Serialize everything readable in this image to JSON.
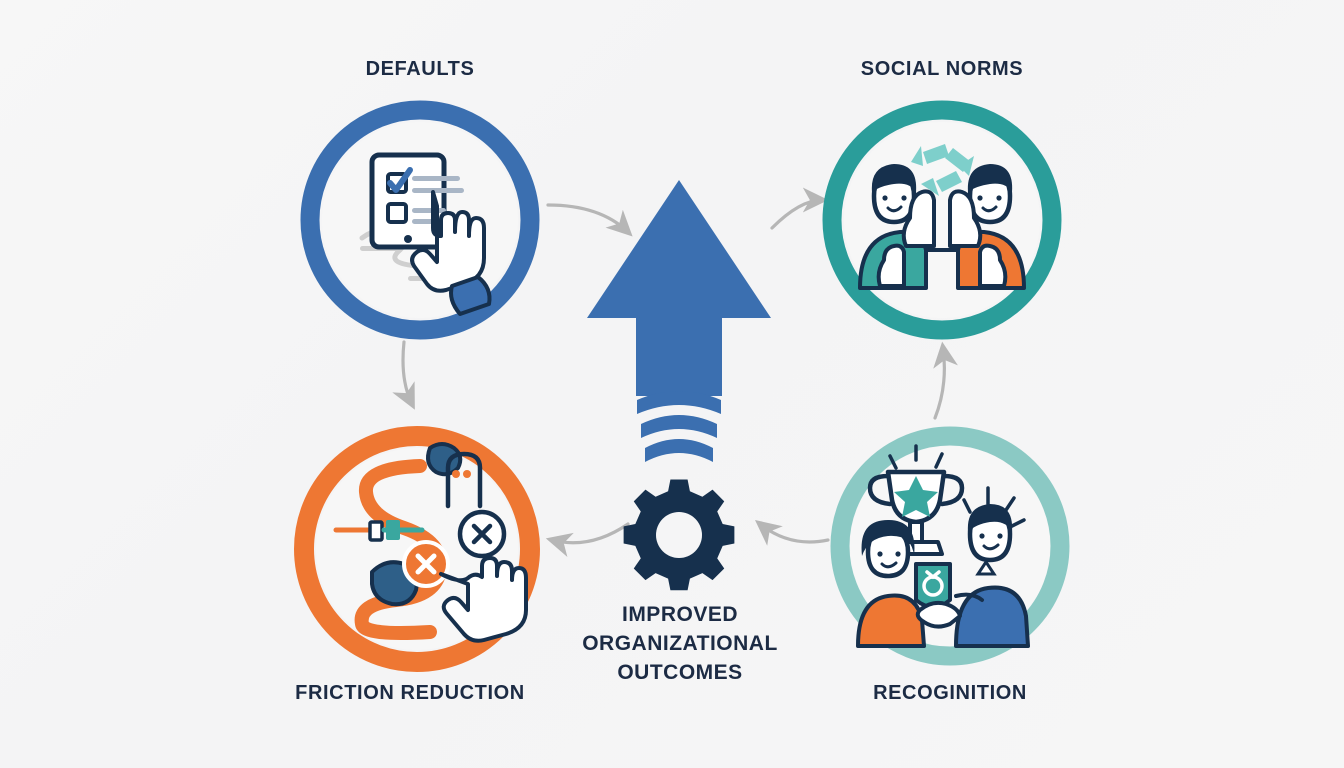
{
  "diagram": {
    "title_center": [
      "IMPROVED",
      "ORGANIZATIONAL",
      "OUTCOMES"
    ],
    "background_color": "#f5f5f6"
  },
  "nodes": [
    {
      "id": "defaults",
      "label": "DEFAULTS",
      "ring_color": "#3b6fb0",
      "position": "top-left",
      "icon": "tablet-checklist-hand-icon"
    },
    {
      "id": "social-norms",
      "label": "SOCIAL NORMS",
      "ring_color": "#2a9d9a",
      "position": "top-right",
      "icon": "two-people-thumbs-up-icon"
    },
    {
      "id": "friction-reduction",
      "label": "FRICTION REDUCTION",
      "ring_color": "#ee7733",
      "position": "bottom-left",
      "icon": "winding-path-obstacles-hand-icon"
    },
    {
      "id": "recognition",
      "label": "RECOGINITION",
      "ring_color": "#8bc9c4",
      "position": "bottom-right",
      "icon": "trophy-award-people-icon"
    }
  ],
  "center": {
    "arrow_color": "#3b6fb0",
    "gear_color": "#16304d",
    "arrow_icon": "upward-arrow-icon",
    "gear_icon": "gear-icon"
  },
  "connectors": [
    {
      "id": "defaults-to-center",
      "from": "defaults",
      "to": "center",
      "color": "#b6b6b6"
    },
    {
      "id": "center-to-social-norms",
      "from": "center",
      "to": "social-norms",
      "color": "#b6b6b6"
    },
    {
      "id": "defaults-to-friction",
      "from": "defaults",
      "to": "friction-reduction",
      "color": "#b6b6b6"
    },
    {
      "id": "center-to-friction",
      "from": "center",
      "to": "friction-reduction",
      "color": "#b6b6b6"
    },
    {
      "id": "recognition-to-center",
      "from": "recognition",
      "to": "center",
      "color": "#b6b6b6"
    },
    {
      "id": "recognition-to-social-norms",
      "from": "recognition",
      "to": "social-norms",
      "color": "#b6b6b6"
    }
  ],
  "palette": {
    "navy": "#16304d",
    "blue": "#3b6fb0",
    "teal": "#2a9d9a",
    "light_teal": "#8bc9c4",
    "orange": "#ee7733",
    "gray": "#b6b6b6",
    "off_white": "#f5f5f6"
  }
}
